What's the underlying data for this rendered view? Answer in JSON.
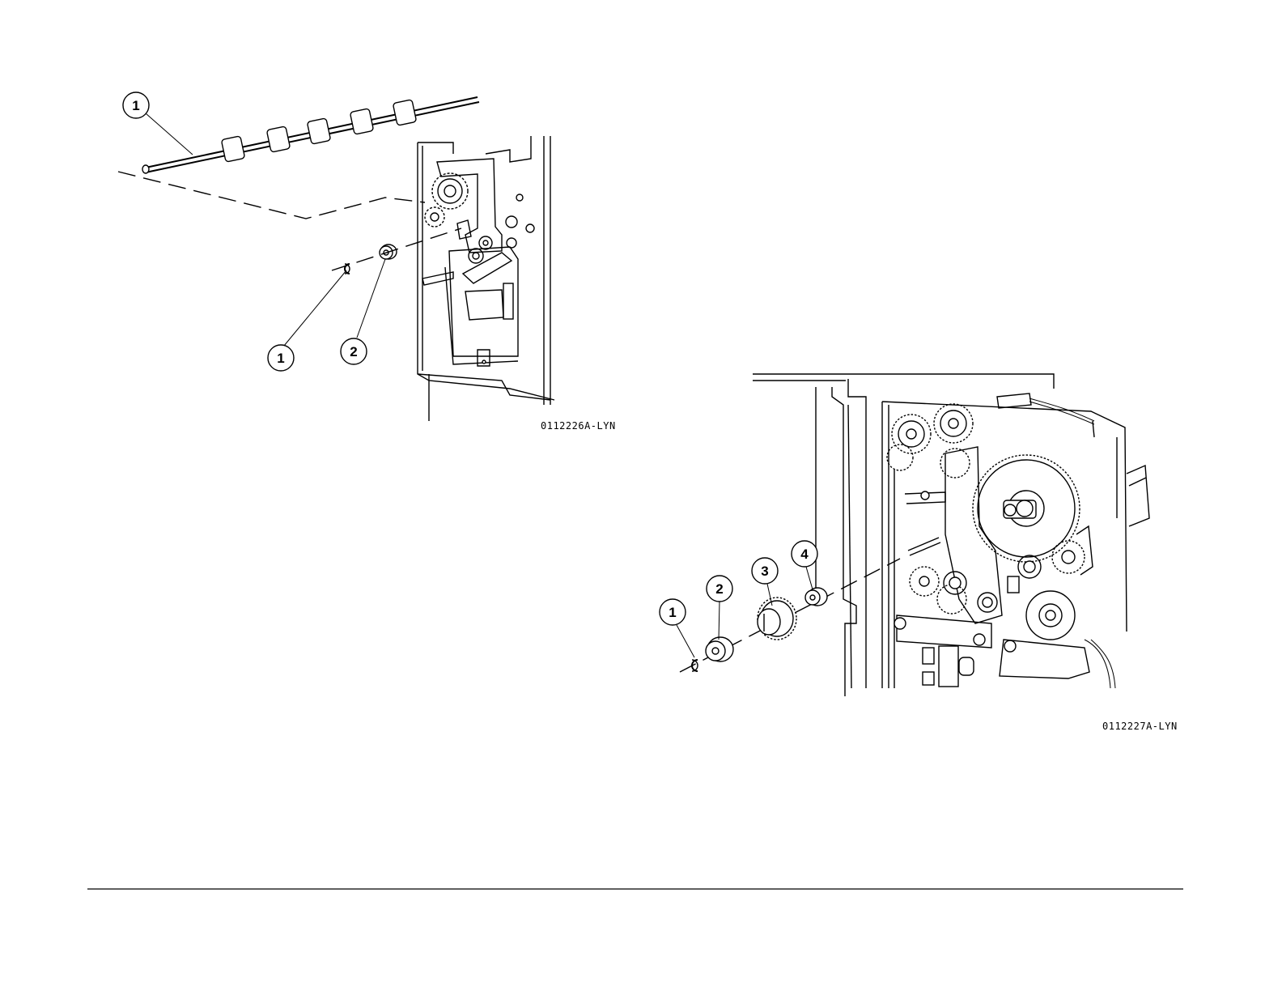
{
  "figures": [
    {
      "figure_id": "0112226A-LYN",
      "callouts": [
        "1",
        "1",
        "2"
      ]
    },
    {
      "figure_id": "0112227A-LYN",
      "callouts": [
        "1",
        "2",
        "3",
        "4"
      ]
    }
  ],
  "colors": {
    "line": "#000000",
    "background": "#ffffff",
    "shade": "#d9d9d9"
  }
}
